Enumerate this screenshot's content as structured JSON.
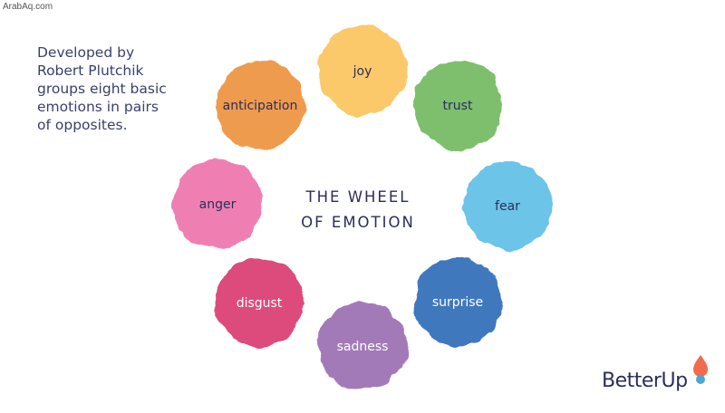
{
  "watermark": "ArabAq.com",
  "description": "Developed by\nRobert Plutchik\ngroups eight basic\nemotions in pairs\nof opposites.",
  "title": {
    "line1": "THE WHEEL",
    "line2": "OF EMOTION"
  },
  "emotions": [
    {
      "label": "joy",
      "color": "#fbc96a",
      "text_color": "dark"
    },
    {
      "label": "trust",
      "color": "#7dbf6c",
      "text_color": "dark"
    },
    {
      "label": "fear",
      "color": "#6cc4e8",
      "text_color": "dark"
    },
    {
      "label": "surprise",
      "color": "#3f78bd",
      "text_color": "light"
    },
    {
      "label": "sadness",
      "color": "#a37ab8",
      "text_color": "light"
    },
    {
      "label": "disgust",
      "color": "#dc4b7c",
      "text_color": "light"
    },
    {
      "label": "anger",
      "color": "#ef7fb3",
      "text_color": "dark"
    },
    {
      "label": "anticipation",
      "color": "#ef9b4d",
      "text_color": "dark"
    }
  ],
  "logo": {
    "text": "BetterUp",
    "mark_colors": [
      "#f26b4f",
      "#4aa7d6"
    ]
  }
}
